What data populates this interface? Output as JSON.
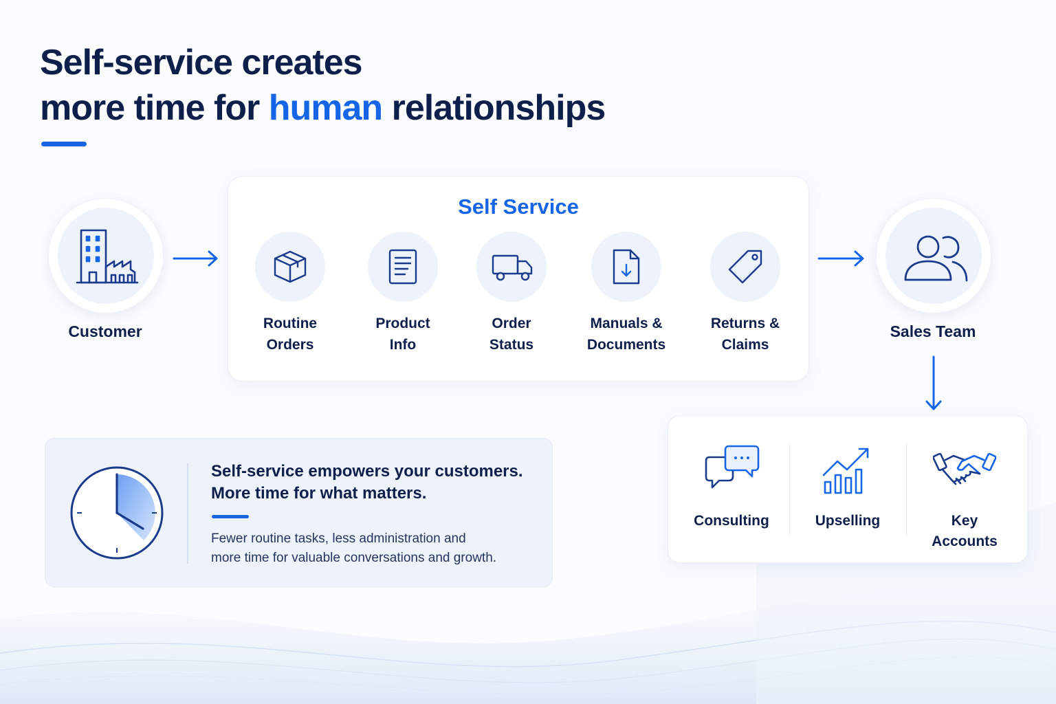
{
  "header": {
    "title_line1": "Self-service creates",
    "title_line2_pre": "more time for ",
    "title_highlight": "human",
    "title_line2_post": " relationships"
  },
  "customer": {
    "label": "Customer",
    "icon": "building-factory-icon"
  },
  "self_service": {
    "title": "Self Service",
    "items": [
      {
        "line1": "Routine",
        "line2": "Orders",
        "icon": "package-box-icon"
      },
      {
        "line1": "Product",
        "line2": "Info",
        "icon": "document-list-icon"
      },
      {
        "line1": "Order",
        "line2": "Status",
        "icon": "delivery-truck-icon"
      },
      {
        "line1": "Manuals &",
        "line2": "Documents",
        "icon": "download-file-icon"
      },
      {
        "line1": "Returns &",
        "line2": "Claims",
        "icon": "price-tag-icon"
      }
    ]
  },
  "sales_team": {
    "label": "Sales Team",
    "icon": "users-group-icon"
  },
  "activities": [
    {
      "line1": "Consulting",
      "line2": "",
      "icon": "chat-bubbles-icon"
    },
    {
      "line1": "Upselling",
      "line2": "",
      "icon": "growth-chart-icon"
    },
    {
      "line1": "Key",
      "line2": "Accounts",
      "icon": "handshake-icon"
    }
  ],
  "info": {
    "heading_line1": "Self-service empowers your customers.",
    "heading_line2": "More time for what matters.",
    "body_line1": "Fewer routine tasks, less administration and",
    "body_line2": "more time for valuable conversations and growth.",
    "icon": "clock-icon"
  },
  "colors": {
    "accent": "#1565e6",
    "navy": "#0f1f4b",
    "icon_stroke": "#1a3a8c",
    "soft_circle": "#edf2fb",
    "card_bg": "#ffffff",
    "info_bg": "#eef3fb"
  }
}
